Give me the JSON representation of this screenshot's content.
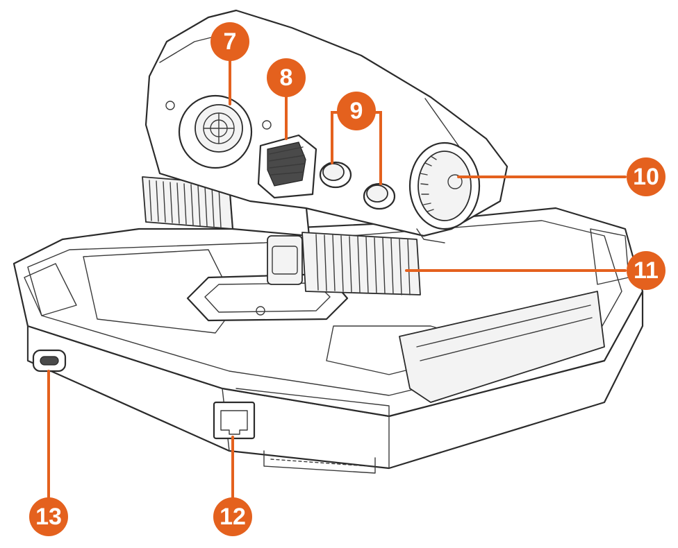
{
  "callouts": [
    {
      "id": "7",
      "label": "7"
    },
    {
      "id": "8",
      "label": "8"
    },
    {
      "id": "9",
      "label": "9"
    },
    {
      "id": "10",
      "label": "10"
    },
    {
      "id": "11",
      "label": "11"
    },
    {
      "id": "12",
      "label": "12"
    },
    {
      "id": "13",
      "label": "13"
    }
  ],
  "colors": {
    "accent": "#e4611e",
    "line": "#2b2b2b",
    "fill": "#ffffff"
  },
  "icons": {
    "mini-stick": "mini-joystick-icon",
    "slider": "slider-wheel-icon",
    "buttons": "push-button-icon",
    "rotary": "rotary-knob-icon",
    "grips": "friction-grip-icon",
    "rj12": "rj12-port-icon",
    "usbc": "usb-c-port-icon"
  }
}
